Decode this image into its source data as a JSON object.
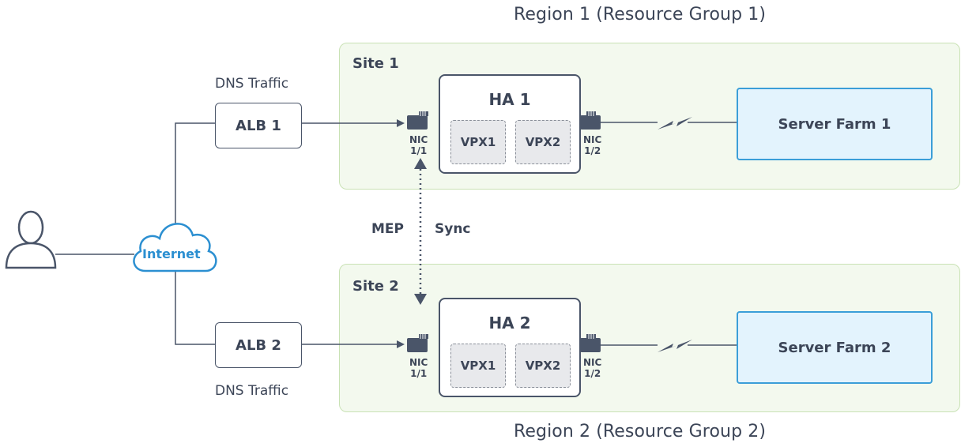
{
  "regions": {
    "region1_label": "Region 1 (Resource Group 1)",
    "region2_label": "Region 2 (Resource Group 2)"
  },
  "sites": {
    "site1_label": "Site 1",
    "site2_label": "Site 2"
  },
  "alb": {
    "alb1_label": "ALB 1",
    "alb2_label": "ALB 2",
    "traffic1_label": "DNS Traffic",
    "traffic2_label": "DNS Traffic"
  },
  "internet": {
    "label": "Internet"
  },
  "sync": {
    "left_label": "MEP",
    "right_label": "Sync"
  },
  "ha1": {
    "title": "HA 1",
    "vpx_a": "VPX1",
    "vpx_b": "VPX2",
    "nic_left": [
      "NIC",
      "1/1"
    ],
    "nic_right": [
      "NIC",
      "1/2"
    ]
  },
  "ha2": {
    "title": "HA 2",
    "vpx_a": "VPX1",
    "vpx_b": "VPX2",
    "nic_left": [
      "NIC",
      "1/1"
    ],
    "nic_right": [
      "NIC",
      "1/2"
    ]
  },
  "servers": {
    "farm1_label": "Server Farm 1",
    "farm2_label": "Server Farm 2"
  },
  "icons": [
    "user-icon",
    "cloud-icon",
    "nic-port-icon",
    "wan-link-icon",
    "arrow-icon"
  ],
  "colors": {
    "line": "#4a5569",
    "site_fill": "#f3f9ee",
    "site_border": "#c9e2b5",
    "server_fill": "#e3f3fd",
    "server_border": "#3b9ed8",
    "cloud": "#2b8fd1"
  }
}
